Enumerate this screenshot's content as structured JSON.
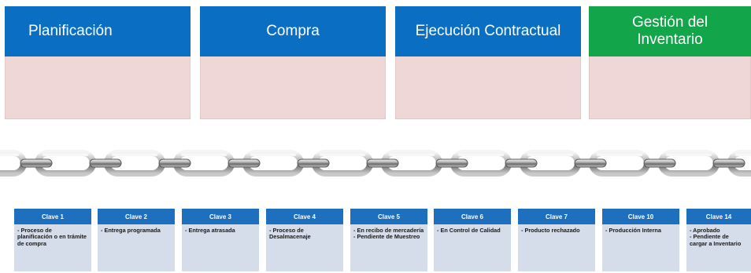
{
  "colors": {
    "stage_blue": "#0a6fc3",
    "stage_green": "#12a54a",
    "stage_body": "#f0d7d7",
    "key_head": "#1f6fbf",
    "key_body": "#d5dcea"
  },
  "stages": [
    {
      "label": "Planificación",
      "color": "#0a6fc3"
    },
    {
      "label": "Compra",
      "color": "#0a6fc3"
    },
    {
      "label": "Ejecución Contractual",
      "color": "#0a6fc3"
    },
    {
      "label": "Gestión del Inventario",
      "color": "#12a54a"
    }
  ],
  "chain_icon": "steel-chain-icon",
  "keys": [
    {
      "title": "Clave 1",
      "lines": [
        "- Proceso de planificación o en trámite de compra"
      ]
    },
    {
      "title": "Clave 2",
      "lines": [
        "- Entrega programada"
      ]
    },
    {
      "title": "Clave 3",
      "lines": [
        "- Entrega atrasada"
      ]
    },
    {
      "title": "Clave 4",
      "lines": [
        "- Proceso de Desalmacenaje"
      ]
    },
    {
      "title": "Clave 5",
      "lines": [
        "- En recibo de mercadería",
        "- Pendiente de Muestreo"
      ]
    },
    {
      "title": "Clave 6",
      "lines": [
        "- En Control de Calidad"
      ]
    },
    {
      "title": "Clave 7",
      "lines": [
        "- Producto rechazado"
      ]
    },
    {
      "title": "Clave 10",
      "lines": [
        "- Producción Interna"
      ]
    },
    {
      "title": "Clave 14",
      "lines": [
        "- Aprobado",
        "- Pendiente de cargar a Inventario"
      ]
    }
  ]
}
